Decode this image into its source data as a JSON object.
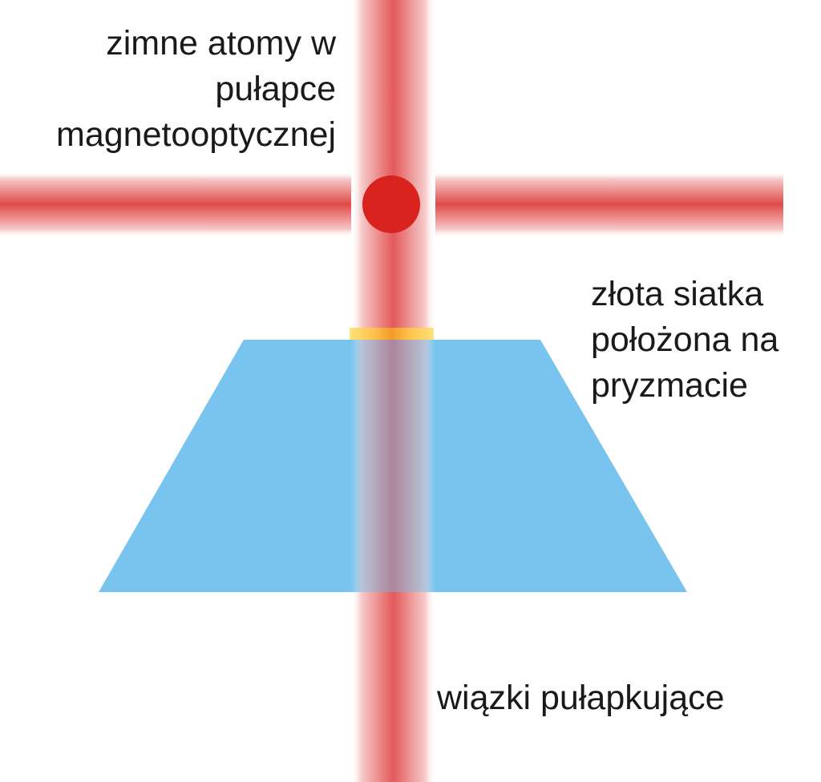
{
  "labels": {
    "cold_atoms": "zimne atomy w\npułapce\nmagnetooptycznej",
    "gold_grid": "złota siatka\npołożona na\npryzmacie",
    "trapping_beams": "wiązki pułapkujące"
  },
  "colors": {
    "beam_core": "#e04848",
    "beam_edge": "#ffffff",
    "atom_cloud": "#d8231f",
    "prism": "#78c4ee",
    "gold_grid": "#ffd966",
    "text": "#1a1a1a"
  }
}
